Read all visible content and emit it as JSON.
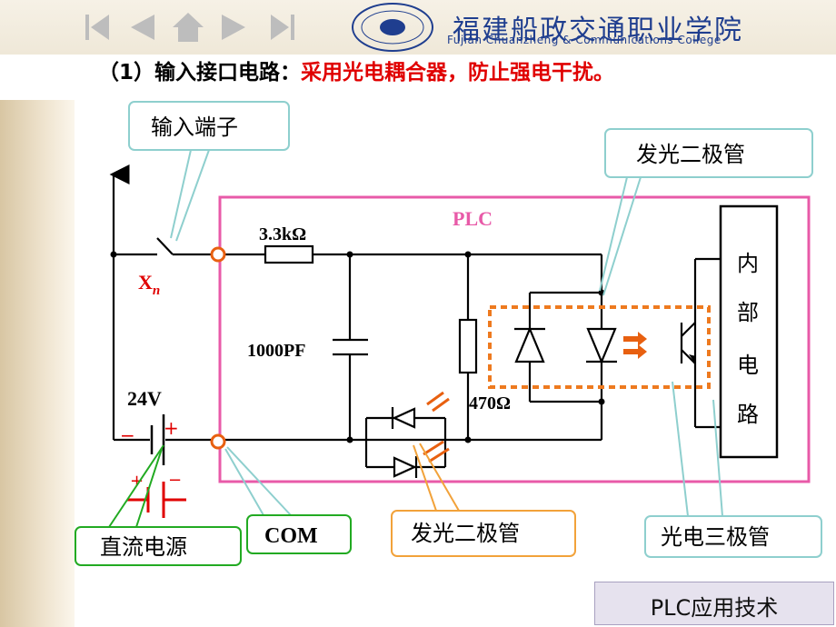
{
  "header": {
    "college_cn": "福建船政交通职业学院",
    "college_en": "Fujian Chuanzheng & Communications College"
  },
  "heading": {
    "prefix": "（1）输入接口电路：",
    "rest": "采用光电耦合器，防止强电干扰。"
  },
  "diagram": {
    "plc_label": "PLC",
    "resistor1": "3.3kΩ",
    "capacitor": "1000PF",
    "resistor2": "470Ω",
    "switch": "X",
    "switch_sub": "n",
    "voltage": "24V",
    "plus": "+",
    "minus": "−",
    "internal": [
      "内",
      "部",
      "电",
      "路"
    ]
  },
  "callouts": {
    "input_terminal": "输入端子",
    "led_top": "发光二极管",
    "led_bottom": "发光二极管",
    "dc_source": "直流电源",
    "com": "COM",
    "phototransistor": "光电三极管"
  },
  "footer": {
    "label": "PLC应用技术"
  },
  "colors": {
    "plc_box": "#e85aa8",
    "heading_red": "#e00000",
    "orange": "#ee7a1f",
    "green": "#22aa22",
    "teal": "#8ecfce",
    "terminal": "#e86010"
  }
}
